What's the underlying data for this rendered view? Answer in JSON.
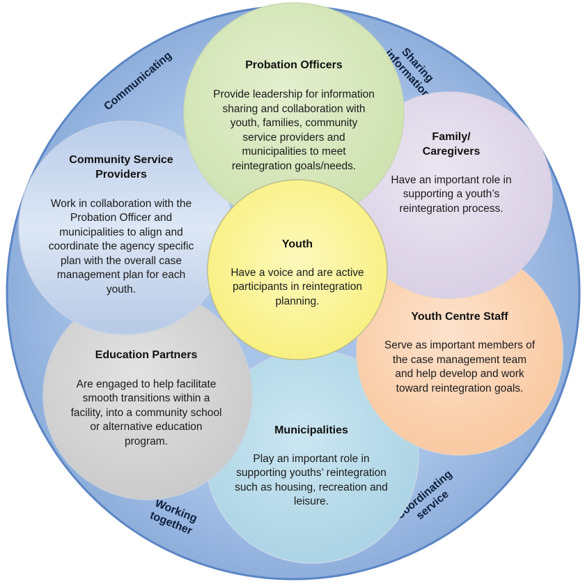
{
  "colors": {
    "outer_ring_fill": "#95b5e0",
    "outer_ring_stroke": "#5b85c4",
    "probation": "#d6e7ba",
    "family": "#e0d8ea",
    "staff": "#fcd5b6",
    "municipal": "#b9dcea",
    "education": "#d7d7d7",
    "community": "#c6d7ee",
    "youth": "#fbf59a"
  },
  "ring_labels": {
    "communicating": "Communicating",
    "sharing": [
      "Sharing",
      "information"
    ],
    "coordinating": [
      "Coordinating",
      "service"
    ],
    "working": [
      "Working",
      "together"
    ]
  },
  "nodes": {
    "probation": {
      "title": "Probation Officers",
      "body": [
        "Provide leadership for information",
        "sharing and collaboration with",
        "youth, families, community",
        "service providers and",
        "municipalities to meet",
        "reintegration goals/needs."
      ]
    },
    "family": {
      "title": [
        "Family/",
        "Caregivers"
      ],
      "body": [
        "Have an important role in",
        "supporting a youth’s",
        "reintegration process."
      ]
    },
    "staff": {
      "title": "Youth Centre Staff",
      "body": [
        "Serve as important members of",
        "the case management team",
        "and help develop and work",
        "toward reintegration goals."
      ]
    },
    "municipal": {
      "title": "Municipalities",
      "body": [
        "Play an important role in",
        "supporting youths’ reintegration",
        "such as housing, recreation and",
        "leisure."
      ]
    },
    "education": {
      "title": "Education Partners",
      "body": [
        "Are engaged to help facilitate",
        "smooth transitions within a",
        "facility,  into a community school",
        "or alternative education",
        "program."
      ]
    },
    "community": {
      "title": [
        "Community Service",
        "Providers"
      ],
      "body": [
        "Work in collaboration with the",
        "Probation Officer and",
        "municipalities to align and",
        "coordinate the agency specific",
        "plan with the overall case",
        "management plan for each",
        "youth."
      ]
    },
    "youth": {
      "title": "Youth",
      "body": [
        "Have a voice and are active",
        "participants in reintegration",
        "planning."
      ]
    }
  }
}
